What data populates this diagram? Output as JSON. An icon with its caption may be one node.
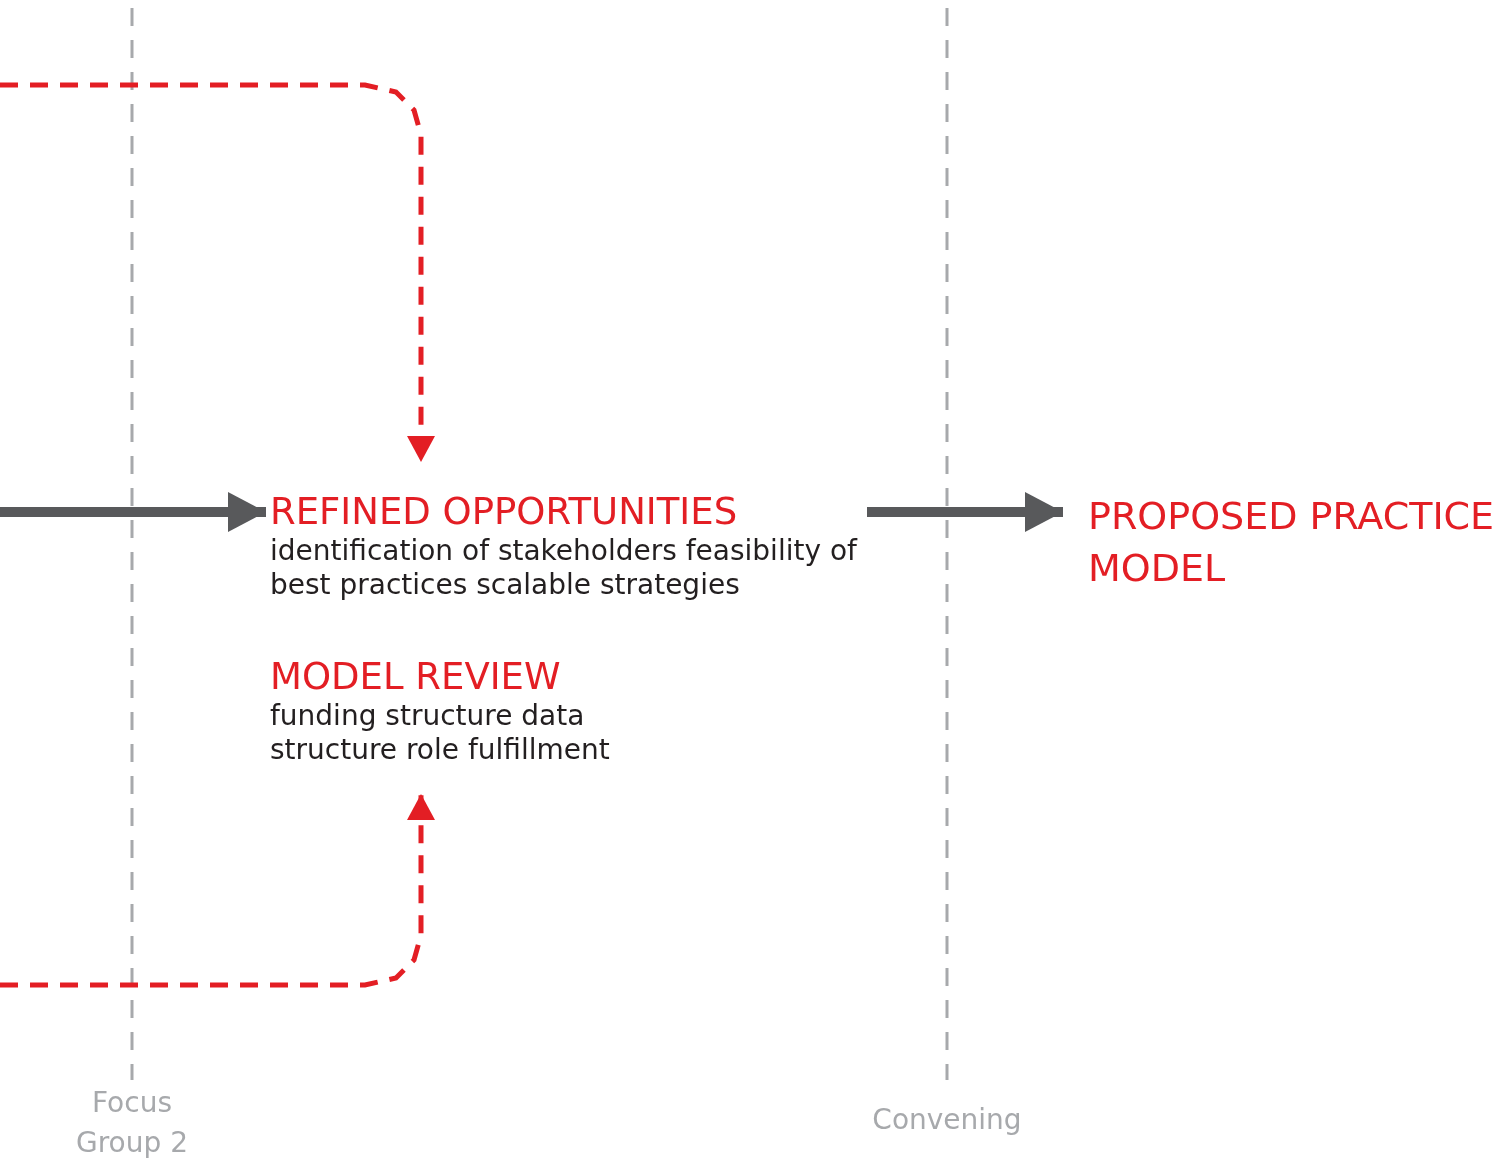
{
  "diagram": {
    "nodes": [
      {
        "text": [
          "REFINED OPPORTUNITIES",
          "identification of stakeholders feasibility of best practices scalable strategies"
        ]
      },
      {
        "text": [
          "MODEL REVIEW",
          "funding structure data structure role fulfillment"
        ]
      },
      {
        "text": [
          "PROPOSED PRACTICE MODEL"
        ]
      }
    ],
    "edges": [
      {
        "from": null,
        "to": 0,
        "arrow": "to",
        "style": "thick"
      },
      {
        "from": null,
        "to": 0,
        "arrow": "to",
        "style": "dashed",
        "color": "#e31e24"
      },
      {
        "from": null,
        "to": 1,
        "arrow": "to",
        "style": "dashed",
        "color": "#e31e24"
      },
      {
        "from": 0,
        "to": 2,
        "arrow": "to",
        "style": "thick"
      }
    ],
    "labels": [
      "Focus Group 2",
      "Convening"
    ]
  }
}
